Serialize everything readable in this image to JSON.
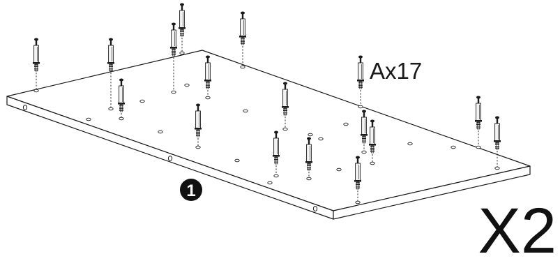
{
  "part": {
    "number": "1",
    "multiplier": "X2"
  },
  "hardware": {
    "label": "Ax17",
    "count": 17
  },
  "colors": {
    "line": "#1a1a1a",
    "fill": "#ffffff",
    "badge": "#111111",
    "badge_text": "#ffffff",
    "dowel_fill": "#f3f3f3"
  }
}
